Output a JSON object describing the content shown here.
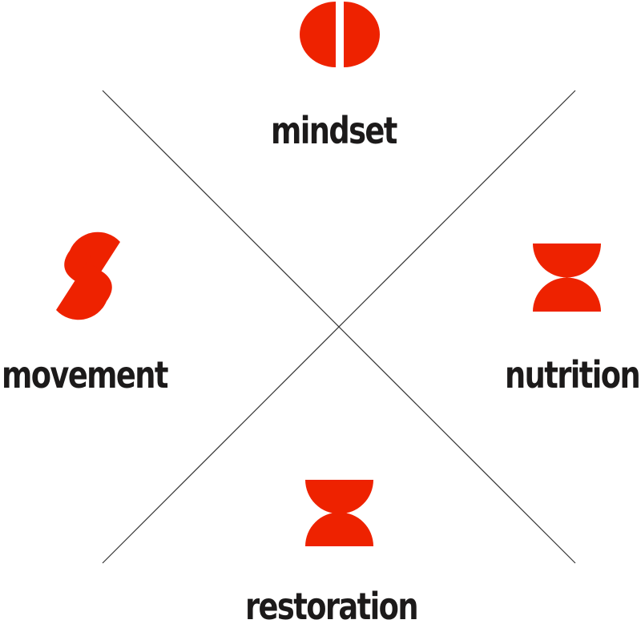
{
  "colors": {
    "accent": "#ee2200",
    "text": "#1c1a1a",
    "line": "#333333"
  },
  "pillars": {
    "mindset": {
      "label": "mindset",
      "icon": "split-circle-icon"
    },
    "movement": {
      "label": "movement",
      "icon": "s-curve-icon"
    },
    "nutrition": {
      "label": "nutrition",
      "icon": "stacked-bowls-icon"
    },
    "restoration": {
      "label": "restoration",
      "icon": "hourglass-icon"
    }
  }
}
